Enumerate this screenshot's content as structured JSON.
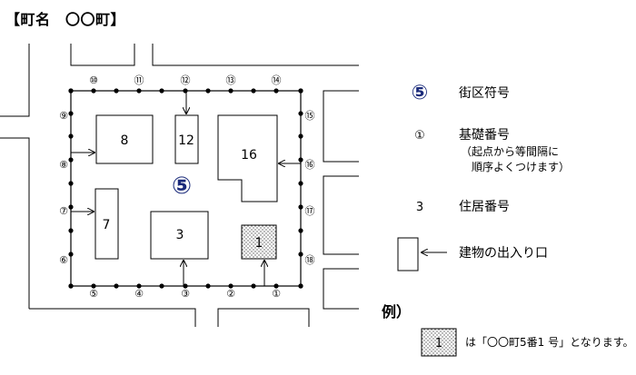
{
  "title": "【町名　〇〇町】",
  "block_number": "⑤",
  "buildings": [
    {
      "label": "8"
    },
    {
      "label": "12"
    },
    {
      "label": "16"
    },
    {
      "label": "7"
    },
    {
      "label": "3"
    },
    {
      "label": "1"
    }
  ],
  "base_numbers": [
    "①",
    "②",
    "③",
    "④",
    "⑤",
    "⑥",
    "⑦",
    "⑧",
    "⑨",
    "⑩",
    "⑪",
    "⑫",
    "⑬",
    "⑭",
    "⑮",
    "⑯",
    "⑰",
    "⑱"
  ],
  "legend": {
    "block_symbol": "⑤",
    "block_label": "街区符号",
    "base_symbol": "①",
    "base_label": "基礎番号",
    "base_note_1": "（起点から等間隔に",
    "base_note_2": "順序よくつけます）",
    "residence_symbol": "3",
    "residence_label": "住居番号",
    "entrance_label": "建物の出入り口"
  },
  "example": {
    "heading": "例）",
    "sample_label": "1",
    "text": "は「〇〇町5番1 号」となります。"
  }
}
